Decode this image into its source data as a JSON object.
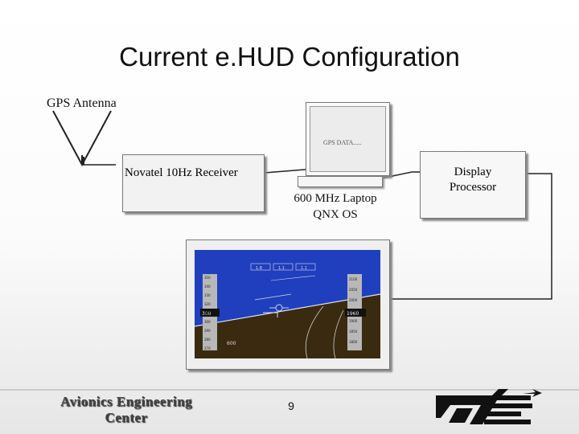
{
  "slide": {
    "title": "Current e.HUD Configuration",
    "page_number": "9"
  },
  "diagram": {
    "gps_antenna_label": "GPS Antenna",
    "receiver_label": "Novatel 10Hz  Receiver",
    "monitor_screen_text": "GPS DATA.....",
    "laptop_label_line1": "600 MHz Laptop",
    "laptop_label_line2": "QNX OS",
    "display_processor_line1": "Display",
    "display_processor_line2": "Processor"
  },
  "hud": {
    "left_tape_values": [
      "350",
      "340",
      "330",
      "320",
      "310",
      "300",
      "290",
      "280",
      "270"
    ],
    "left_readout": "300",
    "right_tape_values": [
      "2100",
      "2050",
      "2000",
      "1950",
      "1900",
      "1850",
      "1800"
    ],
    "right_readout": "1960",
    "top_boxes": [
      "1.8",
      "1.1",
      "1.1"
    ],
    "ground_label": "600"
  },
  "footer": {
    "center_name_line1": "Avionics Engineering",
    "center_name_line2": "Center"
  },
  "colors": {
    "sky": "#1f3fbf",
    "ground": "#3a2a10",
    "wire": "#222222"
  }
}
